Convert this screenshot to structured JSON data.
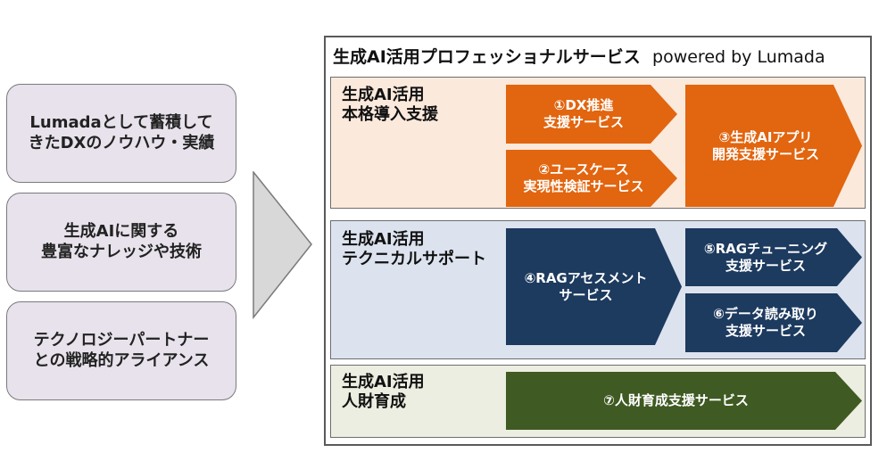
{
  "left_boxes": [
    {
      "text": "Lumadaとして蓄積して\nきたDXのノウハウ・実績"
    },
    {
      "text": "生成AIに関する\n豊富なナレッジや技術"
    },
    {
      "text": "テクノロジーパートナー\nとの戦略的アライアンス"
    }
  ],
  "frame": {
    "title_ja": "生成AI活用プロフェッショナルサービス",
    "title_en": "powered by Lumada"
  },
  "sections": [
    {
      "label": "生成AI活用\n本格導入支援",
      "bg": "#fbe9dc",
      "color": "#e2650f",
      "services": [
        "①DX推進\n支援サービス",
        "②ユースケース\n実現性検証サービス",
        "③生成AIアプリ\n開発支援サービス"
      ]
    },
    {
      "label": "生成AI活用\nテクニカルサポート",
      "bg": "#dce3ef",
      "color": "#1d3a5f",
      "services": [
        "④RAGアセスメント\nサービス",
        "⑤RAGチューニング\n支援サービス",
        "⑥データ読み取り\n支援サービス"
      ]
    },
    {
      "label": "生成AI活用\n人財育成",
      "bg": "#ebeee0",
      "color": "#3f5a22",
      "services": [
        "⑦人財育成支援サービス"
      ]
    }
  ]
}
